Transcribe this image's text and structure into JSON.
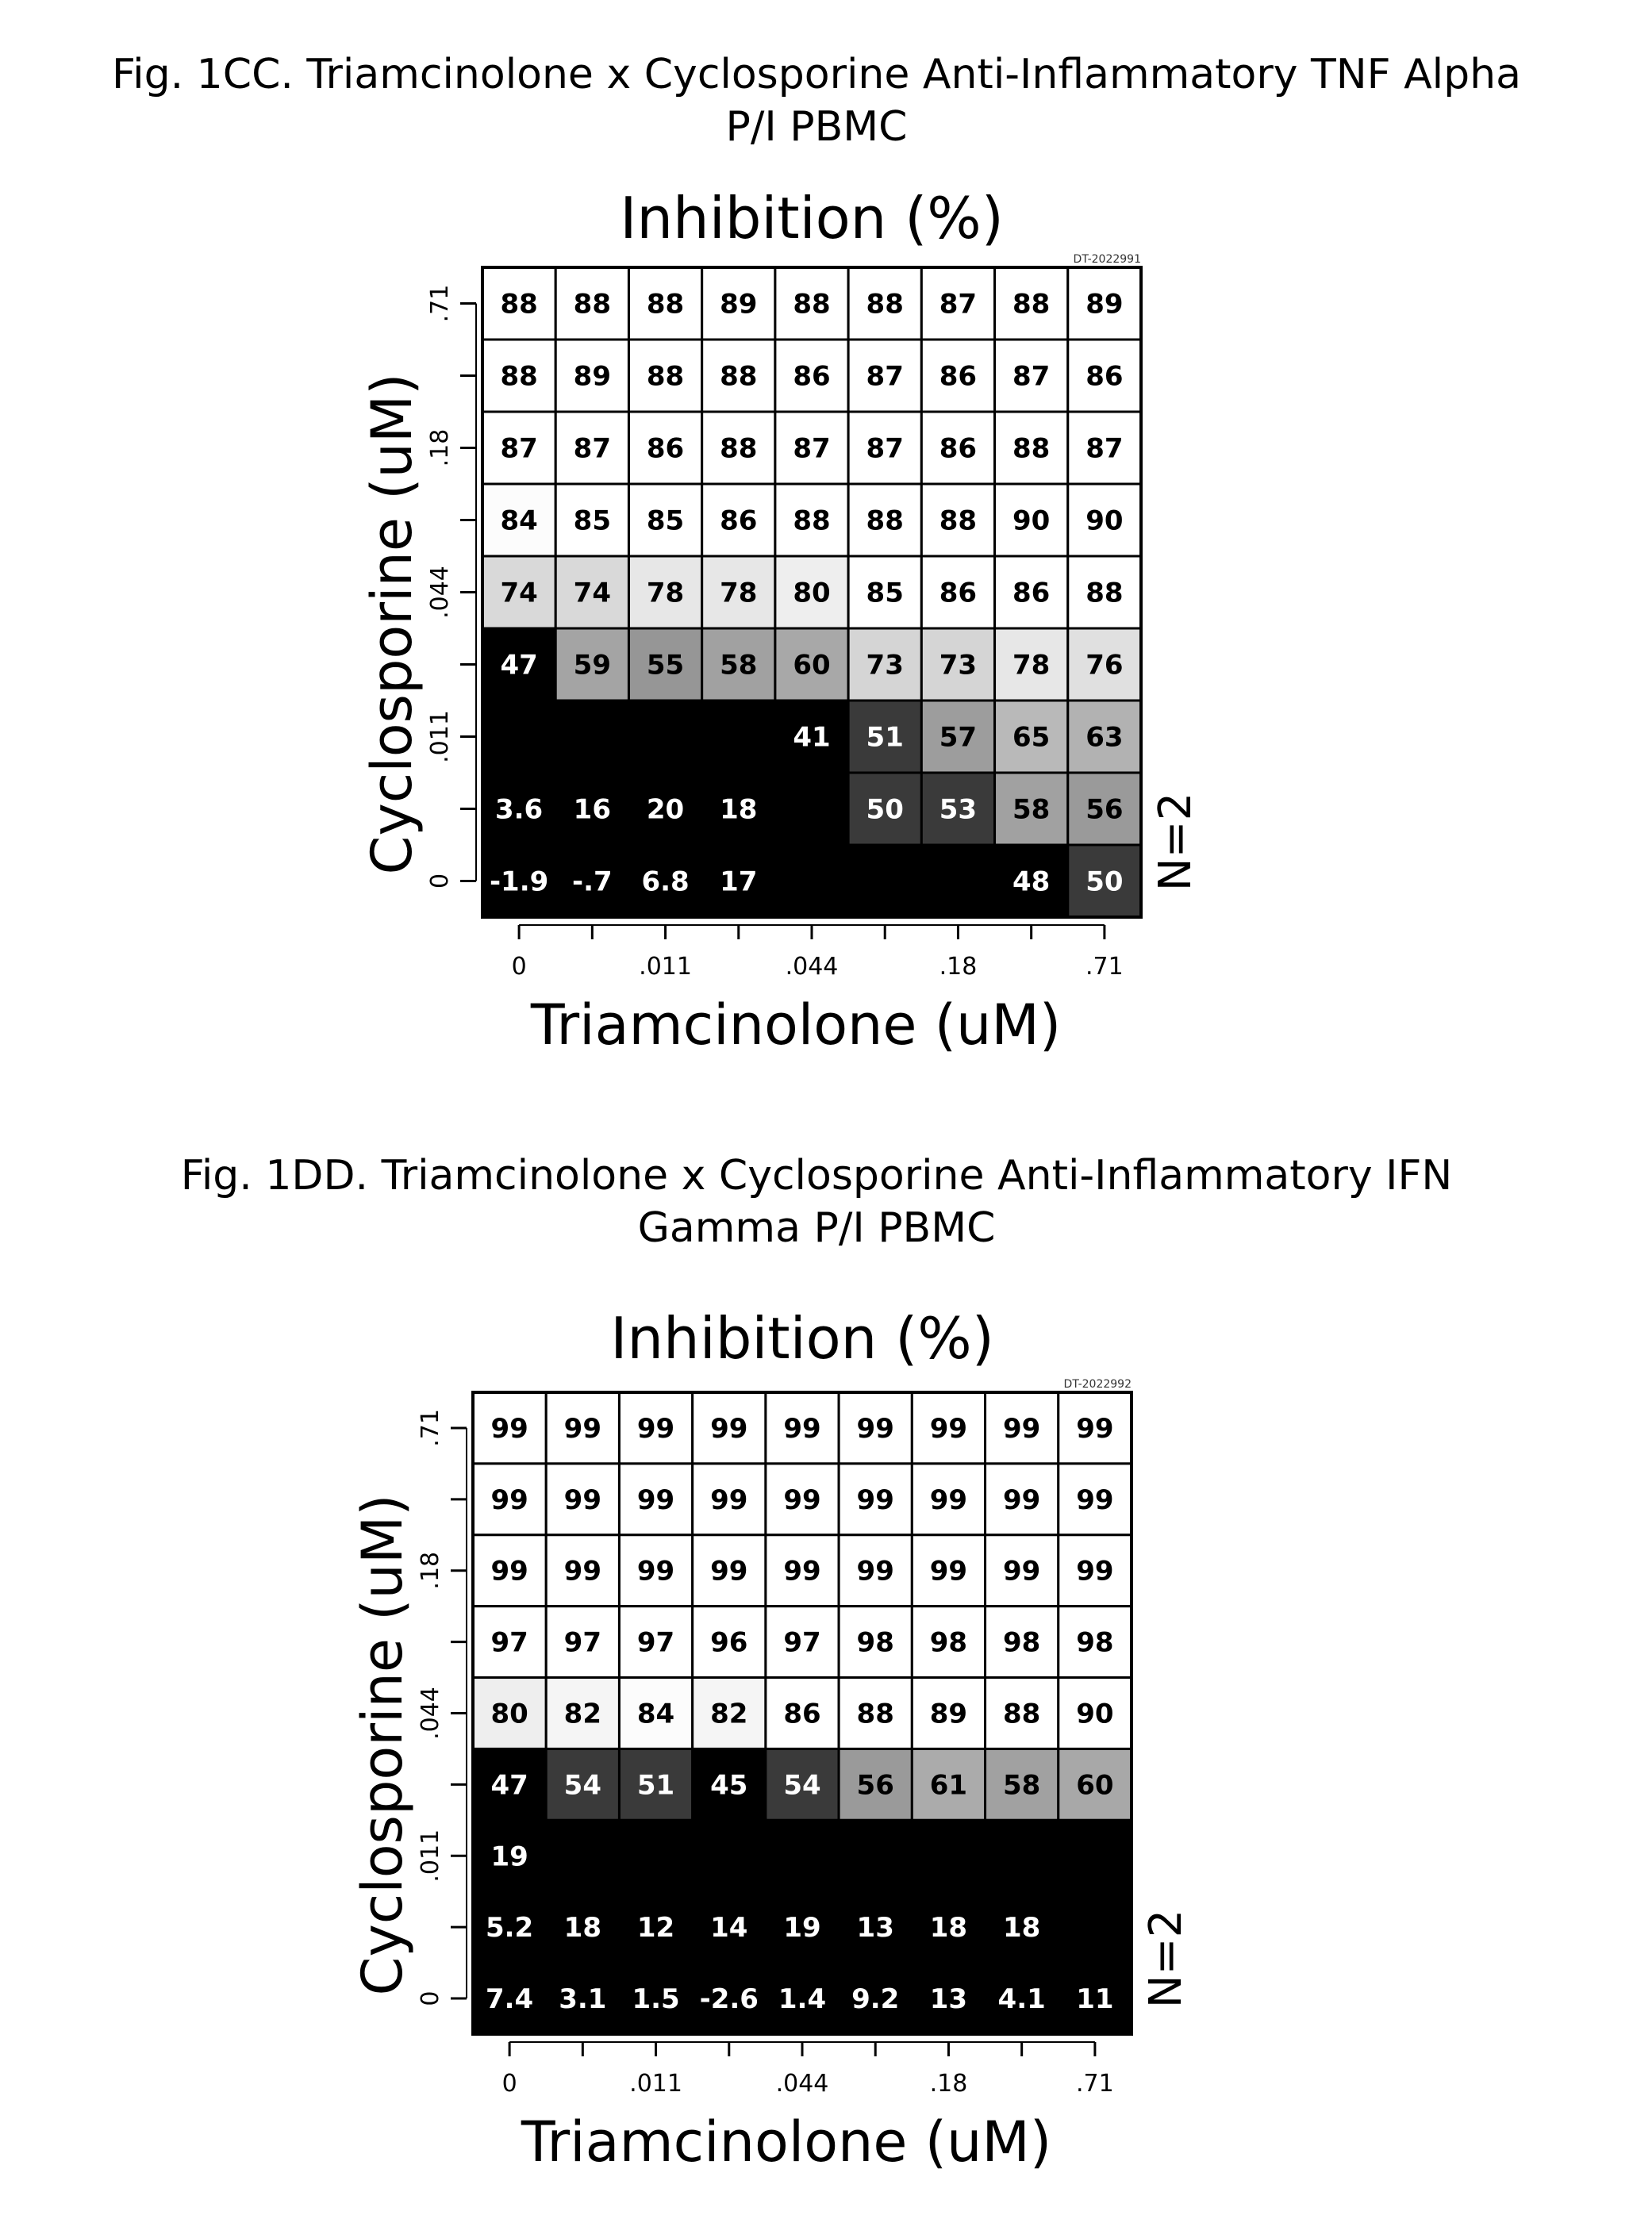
{
  "figures": [
    {
      "caption_line1": "Fig. 1CC.  Triamcinolone x Cyclosporine Anti-Inflammatory TNF Alpha",
      "caption_line2": "P/I PBMC"
    },
    {
      "caption_line1": "Fig. 1DD.  Triamcinolone x Cyclosporine Anti-Inflammatory IFN",
      "caption_line2": "Gamma P/I PBMC"
    }
  ],
  "chart_data": [
    {
      "type": "heatmap",
      "title": "Inhibition (%)",
      "xlabel": "Triamcinolone (uM)",
      "ylabel": "Cyclosporine (uM)",
      "side_label": "N=2",
      "corner_tag": "DT-2022991",
      "x_tick_labels": [
        "0",
        "",
        ".011",
        "",
        ".044",
        "",
        ".18",
        "",
        ".71"
      ],
      "y_tick_labels_top_to_bottom": [
        ".71",
        "",
        ".18",
        "",
        ".044",
        "",
        ".011",
        "",
        "0"
      ],
      "grid": true,
      "legend": "none",
      "colors": {
        "low": "#000000",
        "mid": "#3a3a3a",
        "high": "#ffffff"
      },
      "values": [
        [
          "88",
          "88",
          "88",
          "89",
          "88",
          "88",
          "87",
          "88",
          "89"
        ],
        [
          "88",
          "89",
          "88",
          "88",
          "86",
          "87",
          "86",
          "87",
          "86"
        ],
        [
          "87",
          "87",
          "86",
          "88",
          "87",
          "87",
          "86",
          "88",
          "87"
        ],
        [
          "84",
          "85",
          "85",
          "86",
          "88",
          "88",
          "88",
          "90",
          "90"
        ],
        [
          "74",
          "74",
          "78",
          "78",
          "80",
          "85",
          "86",
          "86",
          "88"
        ],
        [
          "47",
          "59",
          "55",
          "58",
          "60",
          "73",
          "73",
          "78",
          "76"
        ],
        [
          "",
          "",
          "",
          "",
          "41",
          "51",
          "57",
          "65",
          "63"
        ],
        [
          "3.6",
          "16",
          "20",
          "18",
          "",
          "50",
          "53",
          "58",
          "56"
        ],
        [
          "-1.9",
          "-.7",
          "6.8",
          "17",
          "",
          "",
          "",
          "48",
          "50"
        ]
      ]
    },
    {
      "type": "heatmap",
      "title": "Inhibition (%)",
      "xlabel": "Triamcinolone (uM)",
      "ylabel": "Cyclosporine (uM)",
      "side_label": "N=2",
      "corner_tag": "DT-2022992",
      "x_tick_labels": [
        "0",
        "",
        ".011",
        "",
        ".044",
        "",
        ".18",
        "",
        ".71"
      ],
      "y_tick_labels_top_to_bottom": [
        ".71",
        "",
        ".18",
        "",
        ".044",
        "",
        ".011",
        "",
        "0"
      ],
      "grid": true,
      "legend": "none",
      "colors": {
        "low": "#000000",
        "mid": "#3a3a3a",
        "high": "#ffffff"
      },
      "values": [
        [
          "99",
          "99",
          "99",
          "99",
          "99",
          "99",
          "99",
          "99",
          "99"
        ],
        [
          "99",
          "99",
          "99",
          "99",
          "99",
          "99",
          "99",
          "99",
          "99"
        ],
        [
          "99",
          "99",
          "99",
          "99",
          "99",
          "99",
          "99",
          "99",
          "99"
        ],
        [
          "97",
          "97",
          "97",
          "96",
          "97",
          "98",
          "98",
          "98",
          "98"
        ],
        [
          "80",
          "82",
          "84",
          "82",
          "86",
          "88",
          "89",
          "88",
          "90"
        ],
        [
          "47",
          "54",
          "51",
          "45",
          "54",
          "56",
          "61",
          "58",
          "60"
        ],
        [
          "19",
          "",
          "",
          "",
          "",
          "",
          "",
          "",
          ""
        ],
        [
          "5.2",
          "18",
          "12",
          "14",
          "19",
          "13",
          "18",
          "18",
          ""
        ],
        [
          "7.4",
          "3.1",
          "1.5",
          "-2.6",
          "1.4",
          "9.2",
          "13",
          "4.1",
          "11"
        ]
      ]
    }
  ]
}
